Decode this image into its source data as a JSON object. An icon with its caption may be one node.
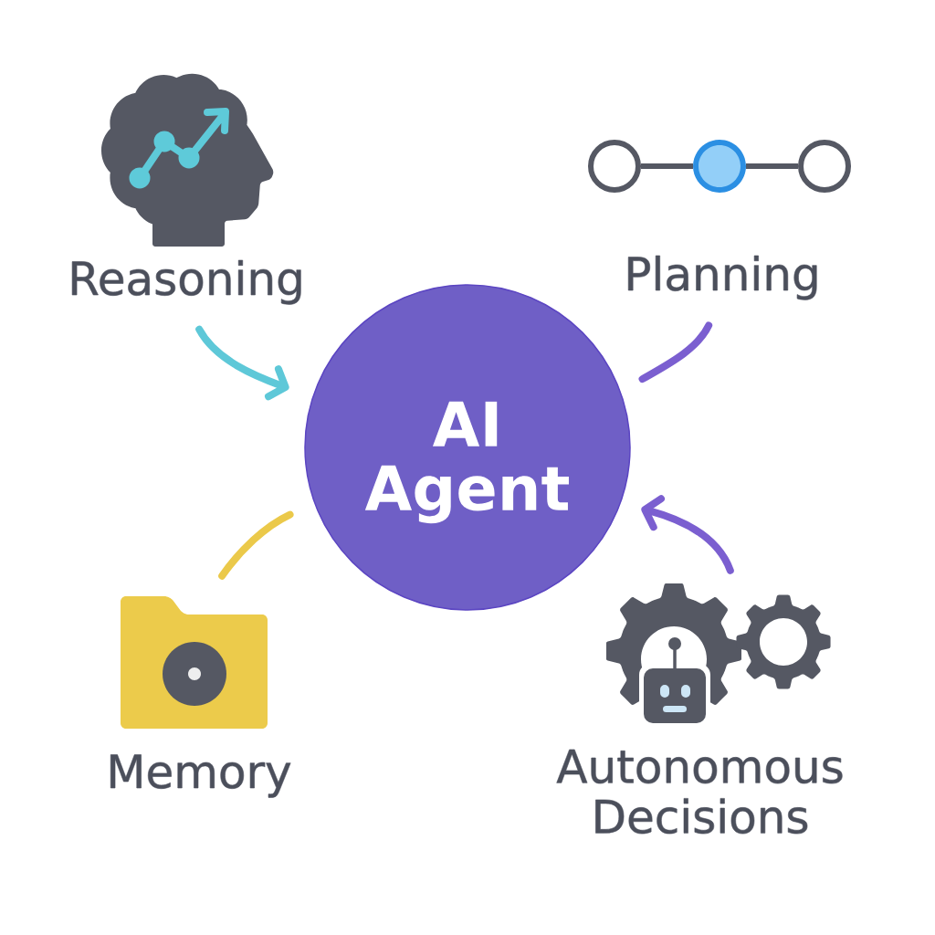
{
  "diagram": {
    "nodes": [
      {
        "text": [
          "Reasoning"
        ]
      },
      {
        "text": [
          "Planning"
        ]
      },
      {
        "text": [
          "AI Agent"
        ]
      },
      {
        "text": [
          "Memory"
        ]
      },
      {
        "text": [
          "Autonomous Decisions"
        ]
      }
    ],
    "edges": [
      {
        "from": 0,
        "to": 2,
        "arrow": "to",
        "color": "#5ec8d8"
      },
      {
        "from": 1,
        "to": 2,
        "arrow": "none"
      },
      {
        "from": 3,
        "to": 2,
        "arrow": "none",
        "color": "#ebc94a"
      },
      {
        "from": 4,
        "to": 2,
        "arrow": "to"
      }
    ]
  }
}
